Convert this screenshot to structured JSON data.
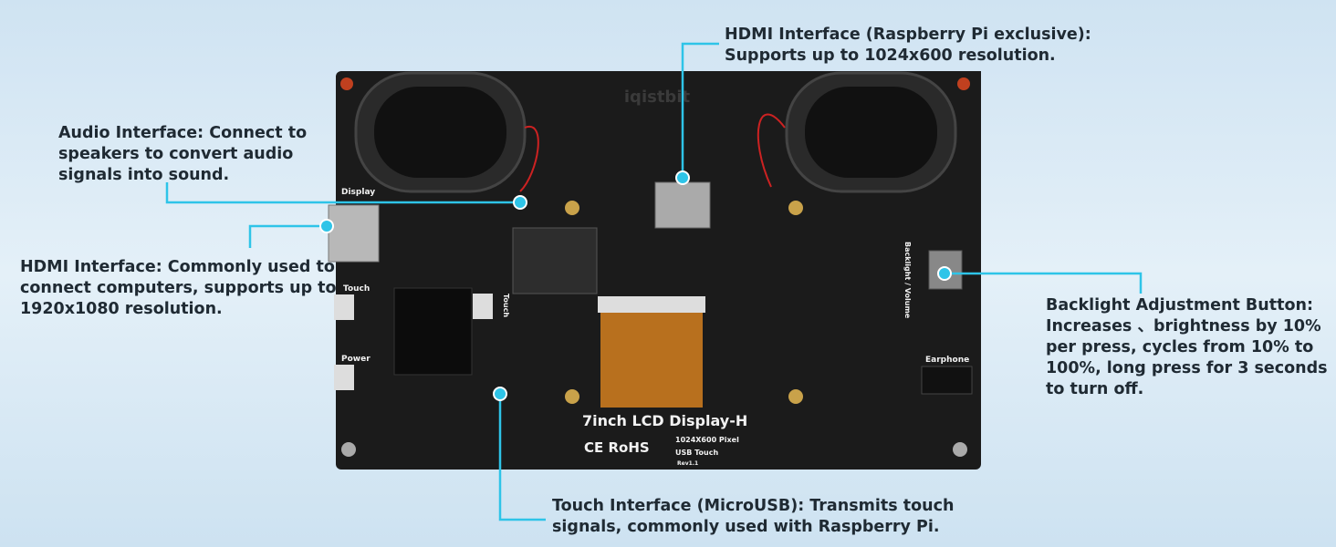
{
  "colors": {
    "callout_line": "#2ec4e8",
    "board": "#1b1b1b",
    "background": "#d8e8f4"
  },
  "board": {
    "brand": "iqistbit",
    "model": "7inch LCD Display-H",
    "resolution": "1024X600 Pixel",
    "touch": "USB Touch",
    "revision": "Rev1.1",
    "certs": "CE RoHS",
    "labels": {
      "display": "Display",
      "touch": "Touch",
      "power": "Power",
      "touch_vertical": "Touch",
      "backlight": "Backlight / Volume",
      "earphone": "Earphone"
    }
  },
  "callouts": {
    "audio": "Audio Interface: Connect to\nspeakers to convert audio\nsignals into sound.",
    "hdmi_left": "HDMI Interface: Commonly used to\nconnect computers, supports up to\n1920x1080 resolution.",
    "hdmi_top": "HDMI Interface (Raspberry Pi exclusive):\nSupports up to 1024x600 resolution.",
    "backlight": "Backlight Adjustment Button:\nIncreases 、brightness by 10%\nper press, cycles from 10% to\n100%, long press for 3 seconds\nto turn off.",
    "touch": "Touch Interface (MicroUSB): Transmits touch\nsignals, commonly used with Raspberry Pi."
  }
}
